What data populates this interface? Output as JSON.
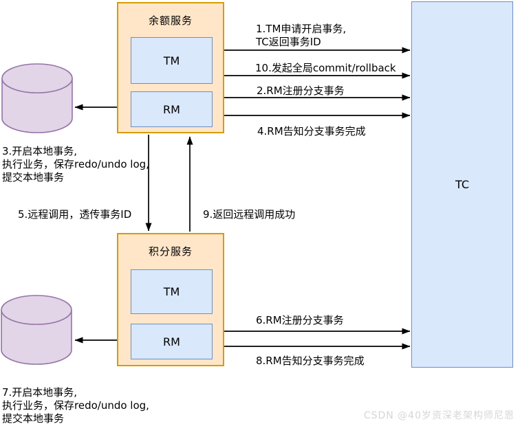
{
  "palette": {
    "service_fill": "#ffe6c9",
    "service_border": "#d79b00",
    "node_fill": "#dae8fc",
    "node_border": "#6c8ebf",
    "tc_fill": "#dae8fc",
    "tc_border": "#6c8ebf",
    "database_fill": "#e1d5e7",
    "database_border": "#9673a6",
    "arrow_color": "#000000",
    "text_color": "#000000",
    "watermark_color": "#d6d6d6"
  },
  "diagram": {
    "services": [
      {
        "title": "余额服务",
        "nodes": [
          {
            "label": "TM"
          },
          {
            "label": "RM"
          }
        ]
      },
      {
        "title": "积分服务",
        "nodes": [
          {
            "label": "TM"
          },
          {
            "label": "RM"
          }
        ]
      }
    ],
    "tc": {
      "label": "TC"
    },
    "annotations": {
      "msg1": [
        "1.TM申请开启事务,",
        "TC返回事务ID"
      ],
      "msg10": "10.发起全局commit/rollback",
      "msg2": "2.RM注册分支事务",
      "msg4": "4.RM告知分支事务完成",
      "local_tx_1": [
        "3.开启本地事务,",
        "执行业务，保存redo/undo log,",
        "提交本地事务"
      ],
      "msg5": "5.远程调用，透传事务ID",
      "msg9": "9.返回远程调用成功",
      "msg6": "6.RM注册分支事务",
      "msg8": "8.RM告知分支事务完成",
      "local_tx_2": [
        "7.开启本地事务,",
        "执行业务，保存redo/undo log,",
        "提交本地事务"
      ]
    },
    "watermark": "CSDN @40岁资深老架构师尼恩"
  }
}
